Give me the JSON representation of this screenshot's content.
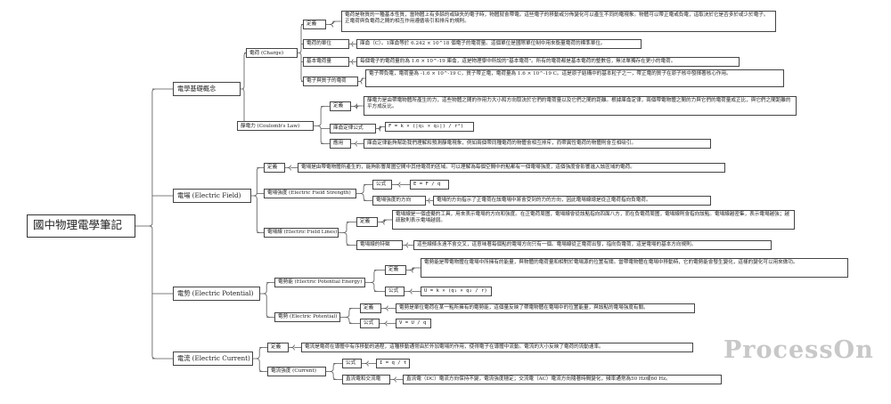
{
  "root": "國中物理電學筆記",
  "basic": {
    "title": "電學基礎概念",
    "charge": {
      "title": "電荷 (Charge)",
      "def_label": "定義",
      "def_text": "電荷是物質的一種基本性質，當物體上有多餘的或缺失的電子時，物體就會帶電。這些電子的移動或分佈變化可以產生不同的電現象。物體可以帶正電或負電，這取決於它是否多於或少於電子。正電荷與負電荷之間的相互作用遵循吸引和排斥的規則。",
      "unit_label": "電荷的單位",
      "unit_text": "庫侖（C）。1庫侖等於 6.242 × 10^18 個電子的電荷量。這個單位是國際單位制中用來衡量電荷的標準單位。",
      "basic_label": "基本電荷量",
      "basic_text": "每個電子的電荷量約為 1.6 × 10^-19 庫侖，這是物理學中所說的\"基本電荷\"。所有的電荷都是基本電荷的整數倍，無法單獨存在更小的電荷。",
      "ep_label": "電子與質子的電荷",
      "ep_text": "電子帶負電，電荷量為 -1.6 × 10^-19 C，質子帶正電，電荷量為 1.6 × 10^-19 C。這是原子結構中的基本粒子之一，帶正電的質子在原子核中發揮著核心作用。"
    },
    "coulomb": {
      "title": "靜電力 (Coulomb's Law)",
      "def_label": "定義",
      "def_text": "靜電力是由帶電物體所產生的力，這些物體之間的作用力大小和方向取決於它們的電荷量以及它們之間的距離。根據庫侖定律，兩個帶電物體之間的力與它們的電荷量成正比，與它們之間距離的平方成反比。",
      "formula_label": "庫侖定律公式",
      "formula": "F = k × (|q₁ × q₂|) / r²)",
      "app_label": "應用",
      "app_text": "庫侖定律能夠幫助我們理解和預測靜電現象，例如兩個帶同種電荷的物體會相互排斥，而帶異性電荷的物體則會互相吸引。"
    }
  },
  "field": {
    "title": "電場 (Electric Field)",
    "def_label": "定義",
    "def_text": "電場是由帶電物體所產生的，能夠影響周圍空間中其他電荷的區域。可以理解為每個空間中的點都有一個電場強度，這個強度會影響進入該區域的電荷。",
    "strength": {
      "title": "電場強度 (Electric Field Strength)",
      "formula_label": "公式",
      "formula": "E = F / q",
      "dir_label": "電場強度的方向",
      "dir_text": "電場的方向指示了正電荷在該電場中將會受到的力的方向，因此電場線總是從正電荷指向負電荷。"
    },
    "lines": {
      "title": "電場線 (Electric Field Lines)",
      "def_label": "定義",
      "def_text": "電場線是一個虛擬的工具，用來表示電場的方向和強度。在正電荷周圍，電場線會從該點指向四面八方，而在負電荷周圍，電場線則會指向該點。電場線越密集，表示電場越強；越疏散則表示電場越弱。",
      "feat_label": "電場線的特徵",
      "feat_text": "這些線條永遠不會交叉，這意味著每個點的電場方向只有一個。電場線從正電荷出發，指向負電荷，這是電場的基本方向規則。"
    }
  },
  "potential": {
    "title": "電勢 (Electric Potential)",
    "energy": {
      "title": "電勢能 (Electric Potential Energy)",
      "def_label": "定義",
      "def_text": "電勢能是帶電物體在電場中所擁有的能量，與物體的電荷量和相對於電場源的位置有關。當帶電物體在電場中移動時，它的電勢能會發生變化，這樣的變化可以用來做功。",
      "formula_label": "公式",
      "formula": "U = k × (q₁ × q₂ / r)"
    },
    "pot": {
      "title": "電勢 (Electric Potential)",
      "def_label": "定義",
      "def_text": "電勢是單位電荷在某一點所擁有的電勢能，這個量反映了帶電物體在電場中的位置能量，與該點的電場強度有關。",
      "formula_label": "公式",
      "formula": "V = U / q"
    }
  },
  "current": {
    "title": "電流 (Electric Current)",
    "def_label": "定義",
    "def_text": "電流是電荷在導體中有序移動的過程，這種移動通常由於外加電場的作用，使得電子在導體中流動。電流的大小反映了電荷的流動速率。",
    "strength": {
      "title": "電流強度 (Current)",
      "formula_label": "公式",
      "formula": "I = q / t",
      "dcac_label": "直流電和交流電",
      "dcac_text": "直流電（DC）電流方向保持不變，電流強度穩定；交流電（AC）電流方向隨著時間變化，頻率通常為50 Hz或60 Hz。"
    }
  },
  "watermark": "ProcessOn",
  "colors": {
    "line": "#555555",
    "watermark": "#c8c8c8"
  }
}
